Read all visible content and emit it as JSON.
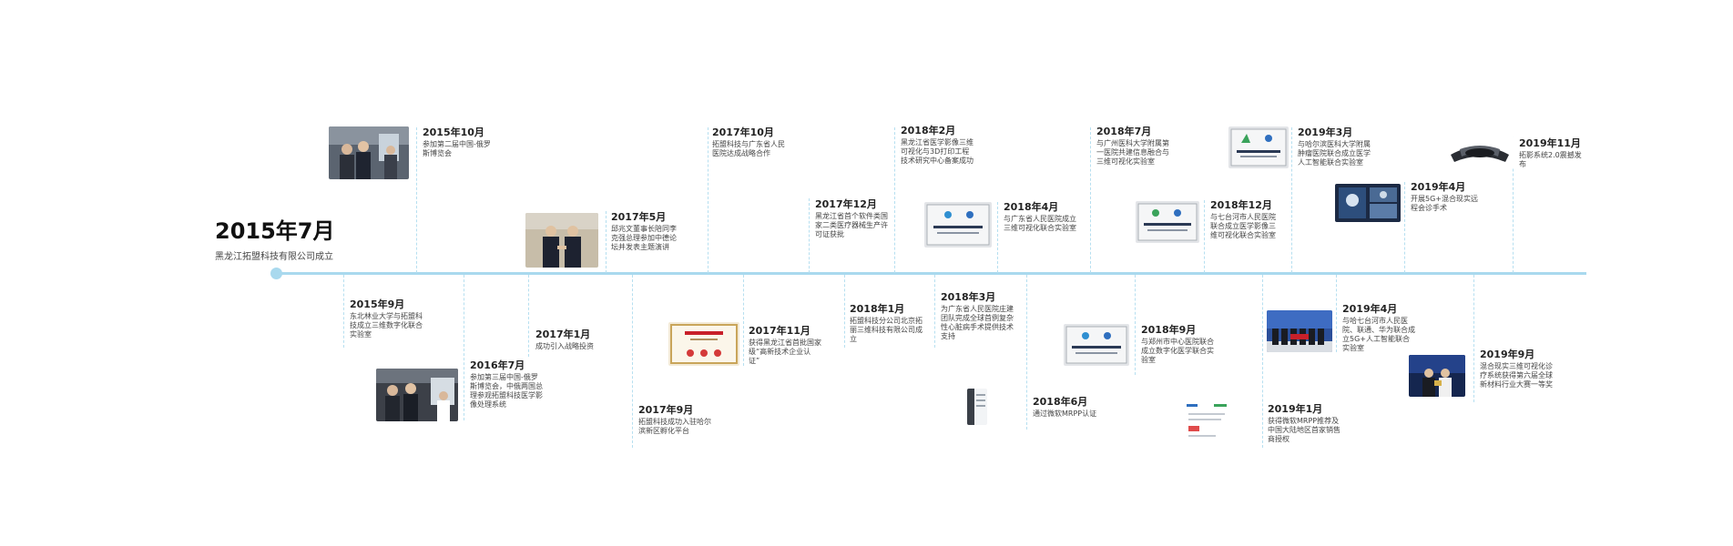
{
  "header": {
    "title": "2015年7月",
    "subtitle": "黑龙江拓盟科技有限公司成立"
  },
  "colors": {
    "axis": "#a9d9ee",
    "dashed_line": "#b6dff0",
    "text_primary": "#222222",
    "text_secondary": "#444444"
  },
  "events": [
    {
      "date": "2015年10月",
      "text": "参加第二届中国-俄罗斯博览会"
    },
    {
      "date": "2017年5月",
      "text": "邱兆文董事长陪同李克强总理参加中德论坛并发表主题演讲"
    },
    {
      "date": "2017年10月",
      "text": "拓盟科技与广东省人民医院达成战略合作"
    },
    {
      "date": "2017年12月",
      "text": "黑龙江省首个软件类国家二类医疗器械生产许可证获批"
    },
    {
      "date": "2018年2月",
      "text": "黑龙江省医学影像三维可视化与3D打印工程技术研究中心备案成功"
    },
    {
      "date": "2018年4月",
      "text": "与广东省人民医院成立三维可视化联合实验室"
    },
    {
      "date": "2018年7月",
      "text": "与广州医科大学附属第一医院共建信息融合与三维可视化实验室"
    },
    {
      "date": "2018年12月",
      "text": "与七台河市人民医院联合成立医学影像三维可视化联合实验室"
    },
    {
      "date": "2019年3月",
      "text": "与哈尔滨医科大学附属肿瘤医院联合成立医学人工智能联合实验室"
    },
    {
      "date": "2019年4月",
      "text": "开展5G+混合现实远程会诊手术"
    },
    {
      "date": "2019年11月",
      "text": "拓影系统2.0震撼发布"
    },
    {
      "date": "2015年9月",
      "text": "东北林业大学与拓盟科技成立三维数字化联合实验室"
    },
    {
      "date": "2016年7月",
      "text": "参加第三届中国-俄罗斯博览会，中俄两国总理参观拓盟科技医学影像处理系统"
    },
    {
      "date": "2017年1月",
      "text": "成功引入战略投资"
    },
    {
      "date": "2017年9月",
      "text": "拓盟科技成功入驻哈尔滨新区孵化平台"
    },
    {
      "date": "2017年11月",
      "text": "获得黑龙江省首批国家级“高新技术企业认证”"
    },
    {
      "date": "2018年1月",
      "text": "拓盟科技分公司北京拓丽三维科技有限公司成立"
    },
    {
      "date": "2018年3月",
      "text": "为广东省人民医院庄建团队完成全球首例复杂性心脏病手术提供技术支持"
    },
    {
      "date": "2018年6月",
      "text": "通过微软MRPP认证"
    },
    {
      "date": "2018年9月",
      "text": "与郑州市中心医院联合成立数字化医学联合实验室"
    },
    {
      "date": "2019年1月",
      "text": "获得微软MRPP推荐及中国大陆地区首家销售商授权"
    },
    {
      "date": "2019年4月",
      "text": "与哈七台河市人民医院、联通、华为联合成立5G+人工智能联合实验室"
    },
    {
      "date": "2019年9月",
      "text": "混合现实三维可视化诊疗系统获得第六届全球新材料行业大赛一等奖"
    }
  ],
  "photos": [
    {
      "icon": "expo-photo-icon",
      "caption": ""
    },
    {
      "icon": "handshake-photo-icon",
      "caption": ""
    },
    {
      "icon": "plaque-icon",
      "caption": ""
    },
    {
      "icon": "plaque-icon",
      "caption": ""
    },
    {
      "icon": "plaque-icon",
      "caption": ""
    },
    {
      "icon": "video-conference-icon",
      "caption": ""
    },
    {
      "icon": "mr-headset-icon",
      "caption": ""
    },
    {
      "icon": "expo-photo-icon",
      "caption": ""
    },
    {
      "icon": "certificate-icon",
      "caption": ""
    },
    {
      "icon": "document-icon",
      "caption": ""
    },
    {
      "icon": "plaque-icon",
      "caption": ""
    },
    {
      "icon": "document-icon",
      "caption": ""
    },
    {
      "icon": "group-photo-icon",
      "caption": ""
    },
    {
      "icon": "award-photo-icon",
      "caption": ""
    }
  ]
}
